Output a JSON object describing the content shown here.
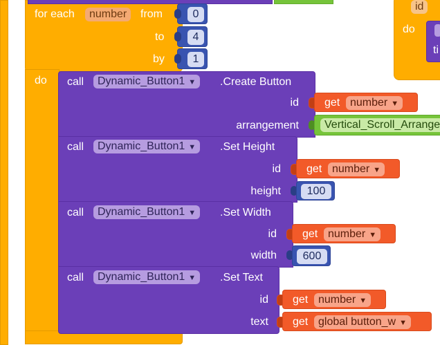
{
  "for_loop": {
    "for_each_label": "for each",
    "variable": "number",
    "from_label": "from",
    "from_value": "0",
    "to_label": "to",
    "to_value": "4",
    "by_label": "by",
    "by_value": "1",
    "do_label": "do"
  },
  "event_block": {
    "id_label": "id",
    "do_label": "do",
    "partial_text": "ti"
  },
  "calls": [
    {
      "call_label": "call",
      "component": "Dynamic_Button1",
      "method": ".Create Button",
      "params": [
        {
          "label": "id",
          "get_label": "get",
          "value": "number"
        },
        {
          "label": "arrangement",
          "value": "Vertical_Scroll_Arrangement"
        }
      ]
    },
    {
      "call_label": "call",
      "component": "Dynamic_Button1",
      "method": ".Set Height",
      "params": [
        {
          "label": "id",
          "get_label": "get",
          "value": "number"
        },
        {
          "label": "height",
          "value": "100"
        }
      ]
    },
    {
      "call_label": "call",
      "component": "Dynamic_Button1",
      "method": ".Set Width",
      "params": [
        {
          "label": "id",
          "get_label": "get",
          "value": "number"
        },
        {
          "label": "width",
          "value": "600"
        }
      ]
    },
    {
      "call_label": "call",
      "component": "Dynamic_Button1",
      "method": ".Set Text",
      "params": [
        {
          "label": "id",
          "get_label": "get",
          "value": "number"
        },
        {
          "label": "text",
          "get_label": "get",
          "value": "global button_w"
        }
      ]
    }
  ],
  "dropdown_arrow": "▼",
  "colors": {
    "control": "#ffad00",
    "component": "#6b3fb8",
    "math": "#3954b0",
    "variable": "#f25a29",
    "text_block": "#76c43a"
  }
}
